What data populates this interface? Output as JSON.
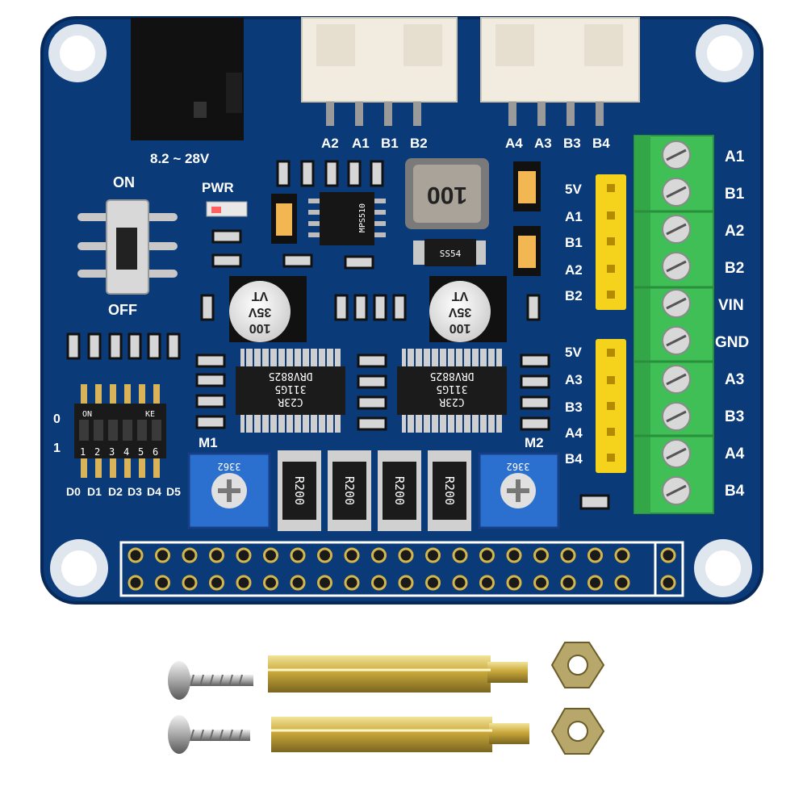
{
  "board": {
    "pcb_color": "#0b3a78",
    "terminal_color": "#3fbf55",
    "header_color": "#f5d21c"
  },
  "power": {
    "voltage_label": "8.2 ~ 28V",
    "pwr_label": "PWR",
    "switch_on": "ON",
    "switch_off": "OFF"
  },
  "top_connectors": {
    "left": [
      "A2",
      "A1",
      "B1",
      "B2"
    ],
    "right": [
      "A4",
      "A3",
      "B3",
      "B4"
    ]
  },
  "inductor": {
    "marking": "100"
  },
  "diode": {
    "marking": "SS54"
  },
  "regulator": {
    "marking": "MPS510"
  },
  "capacitors": {
    "line1": "100",
    "line2": "35V",
    "line3": "VT"
  },
  "drivers": {
    "name": "DRV8825",
    "line1": "311G5",
    "line2": "C23R"
  },
  "header_left_pins": {
    "group1": [
      "5V",
      "A1",
      "B1",
      "A2",
      "B2"
    ],
    "group2": [
      "5V",
      "A3",
      "B3",
      "A4",
      "B4"
    ]
  },
  "terminal_labels": [
    "A1",
    "B1",
    "A2",
    "B2",
    "VIN",
    "GND",
    "A3",
    "B3",
    "A4",
    "B4"
  ],
  "dip_switch": {
    "on_label": "ON",
    "ke_label": "KE",
    "row_0": "0",
    "row_1": "1",
    "numbers": [
      "1",
      "2",
      "3",
      "4",
      "5",
      "6"
    ],
    "bottom_labels": [
      "D0",
      "D1",
      "D2",
      "D3",
      "D4",
      "D5"
    ]
  },
  "motor_labels": {
    "m1": "M1",
    "m2": "M2"
  },
  "potentiometer": {
    "marking": "3362"
  },
  "resistors": {
    "marking": "R200"
  }
}
